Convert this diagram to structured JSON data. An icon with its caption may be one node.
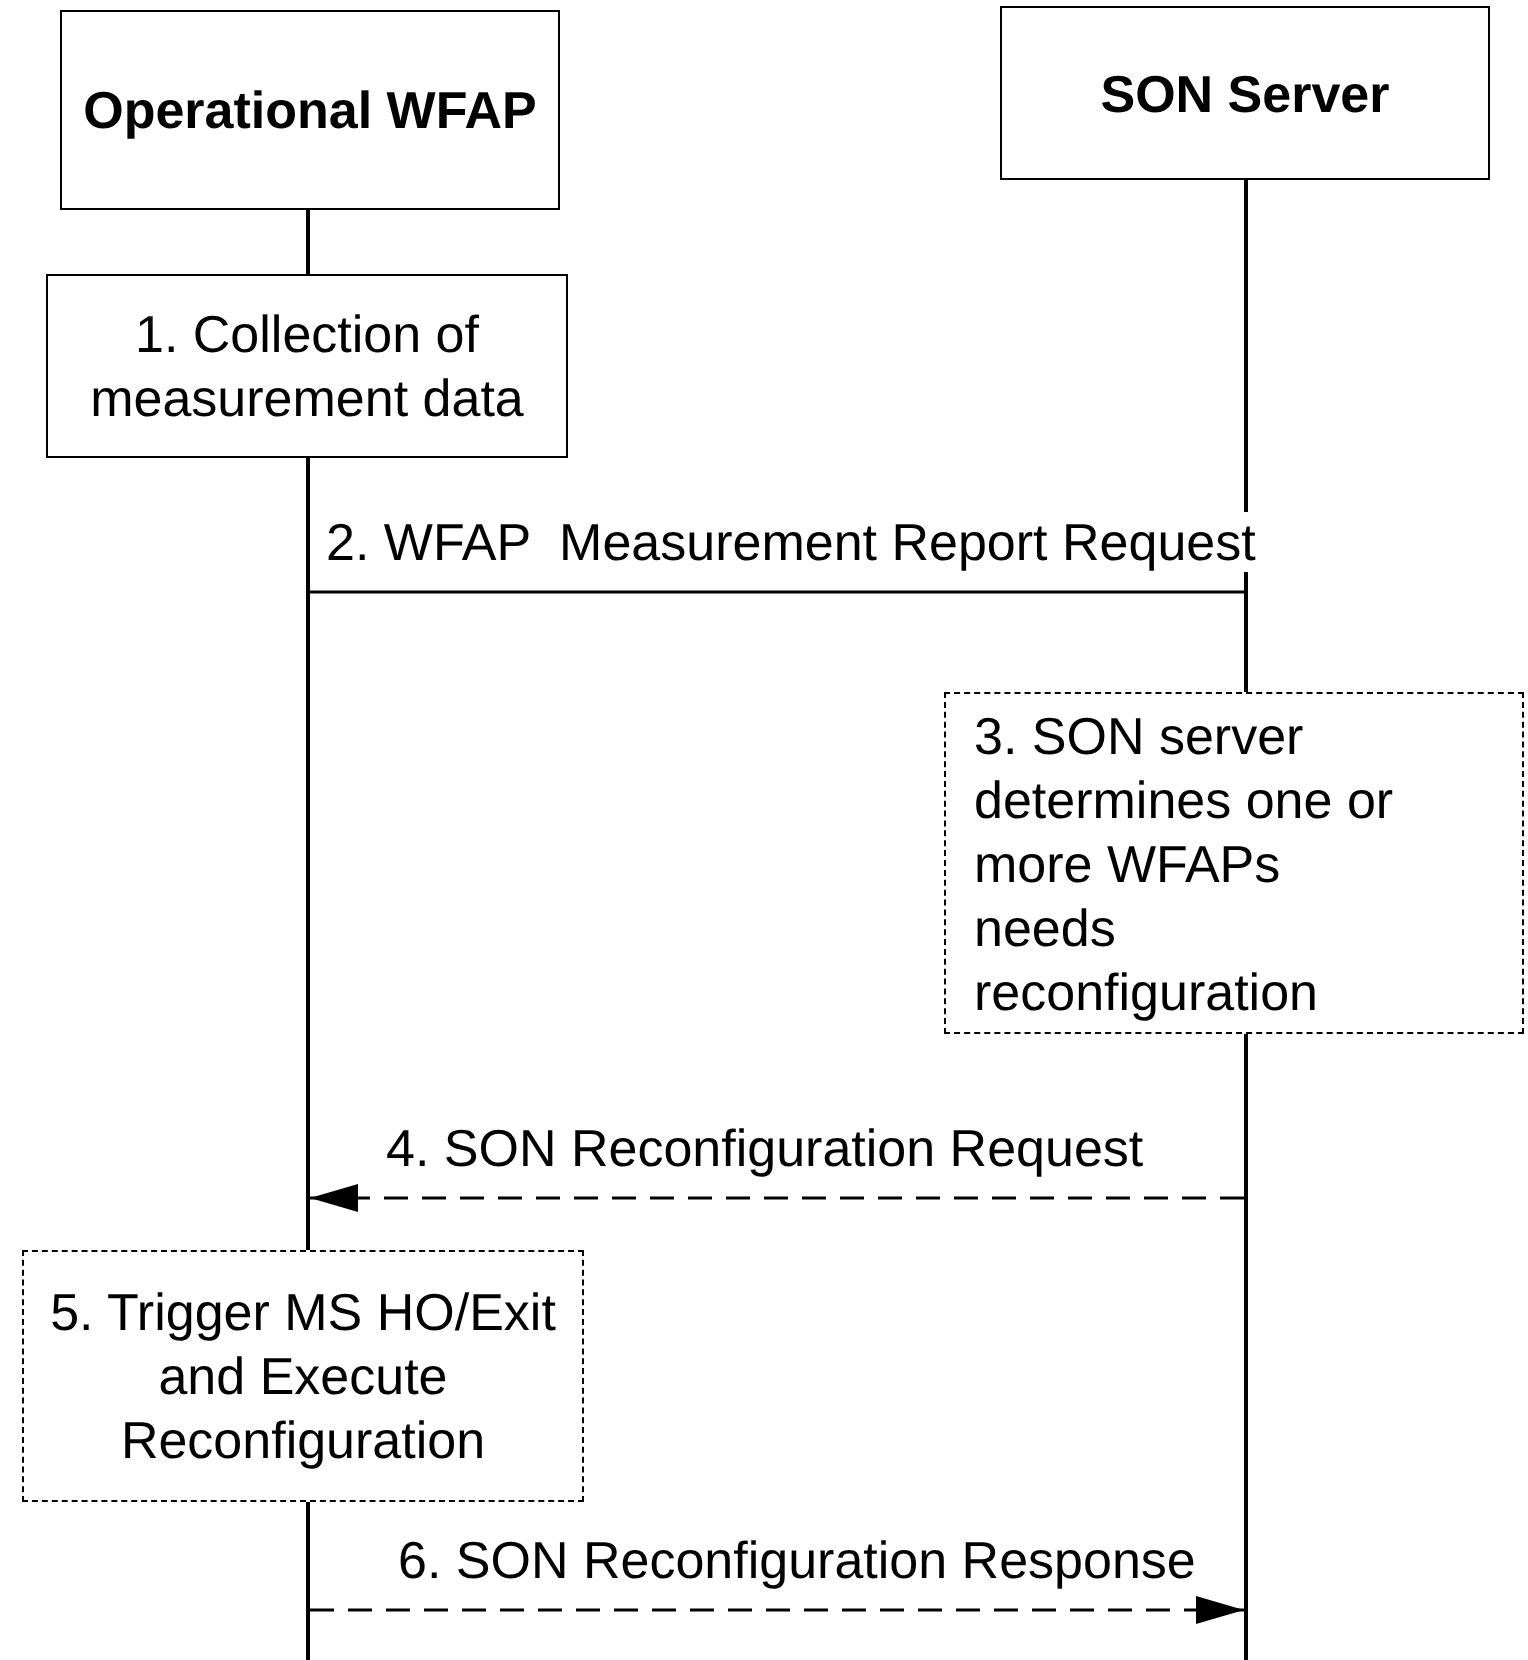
{
  "diagram": {
    "nodes": [
      {
        "text": [
          "Operational WFAP"
        ]
      },
      {
        "text": [
          "SON Server"
        ]
      },
      {
        "text": [
          "1. Collection of measurement data"
        ]
      },
      {
        "text": [
          "3.  SON server determines one or more WFAPs needs reconfiguration"
        ]
      },
      {
        "text": [
          "5. Trigger MS HO/Exit and Execute Reconfiguration"
        ]
      },
      {
        "text": [],
        "shape": "line"
      },
      {
        "text": [],
        "shape": "line"
      },
      {
        "text": [],
        "shape": "line"
      },
      {
        "text": [],
        "shape": "line"
      },
      {
        "text": [],
        "shape": "line"
      }
    ],
    "edges": [
      {
        "from": 6,
        "to": 8,
        "arrow": "none",
        "label": "2. WFAP  Measurement Report Request"
      },
      {
        "from": 9,
        "to": 6,
        "arrow": "to",
        "style": "dashed",
        "label": "4. SON Reconfiguration Request"
      },
      {
        "from": 7,
        "to": 9,
        "arrow": "to",
        "style": "dashed",
        "label": "6. SON Reconfiguration Response"
      }
    ]
  }
}
